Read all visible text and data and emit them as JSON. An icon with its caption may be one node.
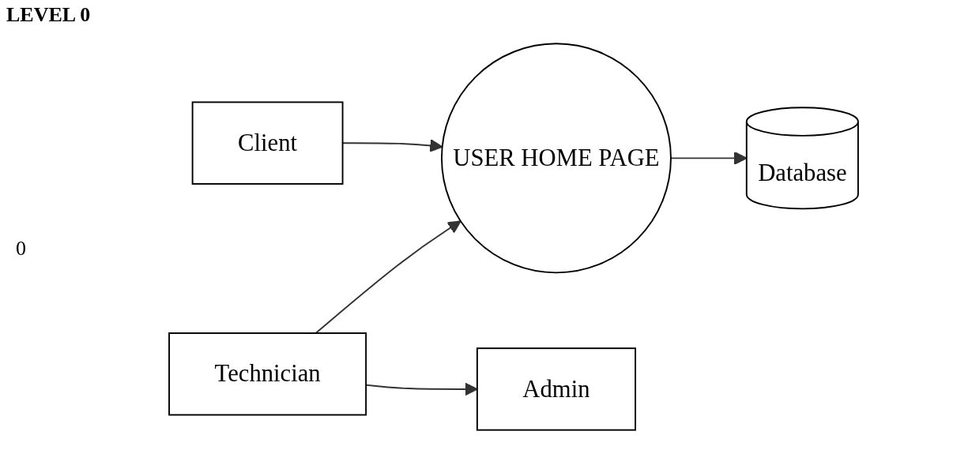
{
  "diagram": {
    "title": "LEVEL 0",
    "nodes": [
      {
        "text": [
          "USER HOME PAGE"
        ]
      },
      {
        "text": [
          "Client"
        ]
      },
      {
        "text": [
          "Technician"
        ]
      },
      {
        "text": [
          "Admin"
        ]
      },
      {
        "text": [
          "Database"
        ]
      }
    ],
    "edges": [
      {
        "from": 1,
        "to": 0,
        "arrow": "to"
      },
      {
        "from": 2,
        "to": 0,
        "arrow": "to"
      },
      {
        "from": 0,
        "to": 4,
        "arrow": "to"
      },
      {
        "from": 2,
        "to": 3,
        "arrow": "to"
      }
    ],
    "labels": [
      "0"
    ]
  }
}
